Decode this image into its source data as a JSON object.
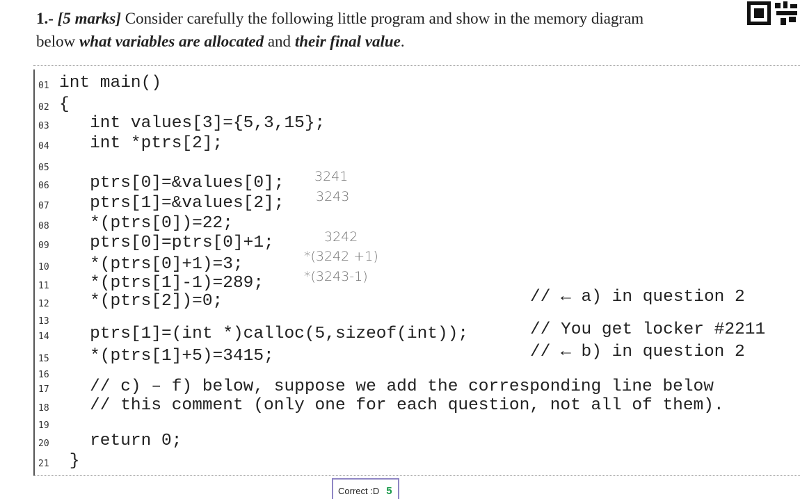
{
  "question": {
    "number": "1.-",
    "marks": "[5 marks]",
    "text1": " Consider carefully the following little program and show in the memory diagram below ",
    "emph1": "what variables are allocated",
    "text2": " and ",
    "emph2": "their final value",
    "text3": "."
  },
  "lines": [
    {
      "n": "01",
      "code": "int main()"
    },
    {
      "n": "02",
      "code": "{"
    },
    {
      "n": "03",
      "code": "   int values[3]={5,3,15};"
    },
    {
      "n": "04",
      "code": "   int *ptrs[2];"
    },
    {
      "n": "05",
      "code": ""
    },
    {
      "n": "06",
      "code": "   ptrs[0]=&values[0];"
    },
    {
      "n": "07",
      "code": "   ptrs[1]=&values[2];"
    },
    {
      "n": "08",
      "code": "   *(ptrs[0])=22;"
    },
    {
      "n": "09",
      "code": "   ptrs[0]=ptrs[0]+1;"
    },
    {
      "n": "10",
      "code": "   *(ptrs[0]+1)=3;"
    },
    {
      "n": "11",
      "code": "   *(ptrs[1]-1)=289;"
    },
    {
      "n": "12",
      "code": "   *(ptrs[2])=0;",
      "comment": "// ← a) in question 2"
    },
    {
      "n": "13",
      "code": ""
    },
    {
      "n": "14",
      "code": "   ptrs[1]=(int *)calloc(5,sizeof(int));",
      "comment": "// You get locker #2211"
    },
    {
      "n": "15",
      "code": "   *(ptrs[1]+5)=3415;",
      "comment": "// ← b) in question 2"
    },
    {
      "n": "16",
      "code": ""
    },
    {
      "n": "17",
      "code": "   // c) – f) below, suppose we add the corresponding line below"
    },
    {
      "n": "18",
      "code": "   // this comment (only one for each question, not all of them)."
    },
    {
      "n": "19",
      "code": ""
    },
    {
      "n": "20",
      "code": "   return 0;"
    },
    {
      "n": "21",
      "code": " }"
    }
  ],
  "handwriting": [
    "3241",
    "3243",
    "3242",
    "*(3242 +1)",
    "*(3243-1)"
  ],
  "grade": {
    "label": "Correct :D",
    "score": "5"
  }
}
